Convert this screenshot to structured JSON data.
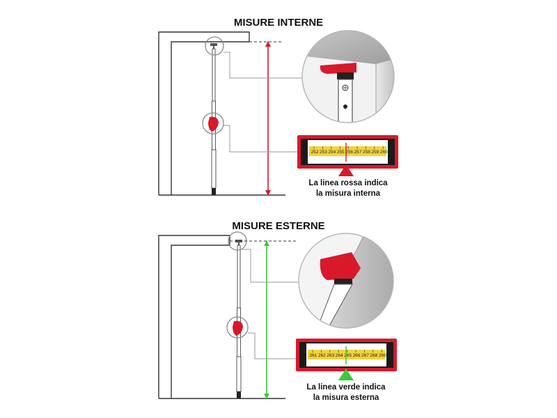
{
  "colors": {
    "internal_accent": "#d7192a",
    "external_accent": "#3cc83c",
    "tape_yellow": "#f3d33a",
    "case_red": "#d7192a",
    "wall_line": "#333333",
    "leader_gray": "#9a9a9a"
  },
  "internal": {
    "title": "MISURE INTERNE",
    "caption_line1": "La linea rossa indica",
    "caption_line2": "la misura interna",
    "tape_ticks": [
      "252",
      "253",
      "254",
      "255",
      "256",
      "257",
      "258",
      "259",
      "260"
    ],
    "marker": "red-triangle-icon"
  },
  "external": {
    "title": "MISURE ESTERNE",
    "caption_line1": "La linea verde indica",
    "caption_line2": "la misura esterna",
    "tape_ticks": [
      "261",
      "262",
      "263",
      "264",
      "265",
      "266",
      "267",
      "268",
      "269"
    ],
    "marker": "green-triangle-icon"
  }
}
